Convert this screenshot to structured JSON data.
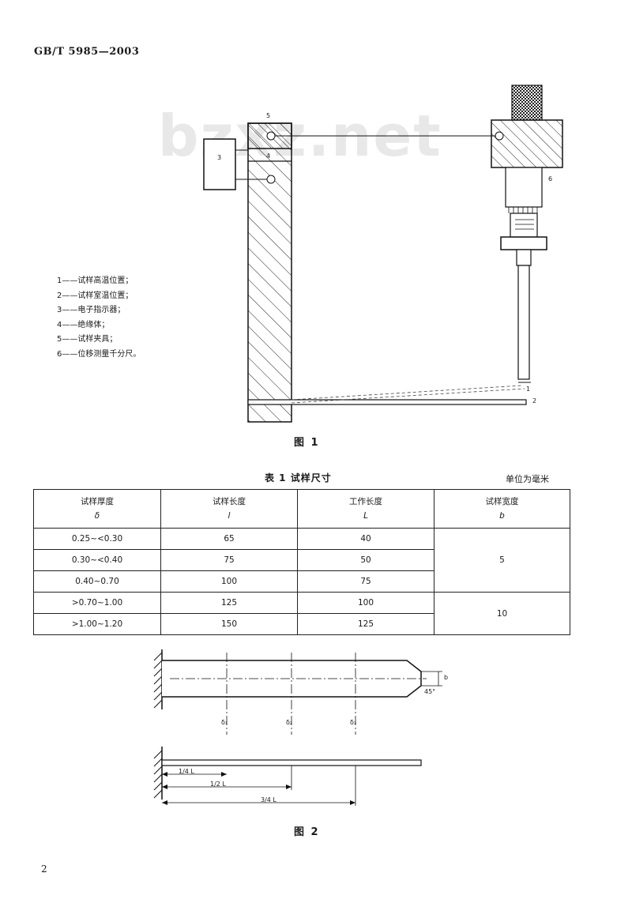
{
  "header": {
    "standard": "GB/T 5985—2003"
  },
  "watermark": "bzxz.net",
  "figure1": {
    "callouts": {
      "c1": "1",
      "c2": "2",
      "c3": "3",
      "c4": "4",
      "c5": "5",
      "c6": "6"
    },
    "legend": [
      "1——试样高温位置；",
      "2——试样室温位置；",
      "3——电子指示器；",
      "4——绝缘体；",
      "5——试样夹具；",
      "6——位移测量千分尺。"
    ],
    "caption": "图 1"
  },
  "table1": {
    "title": "表 1   试样尺寸",
    "unit": "单位为毫米",
    "headers": [
      {
        "name": "试样厚度",
        "symbol": "δ"
      },
      {
        "name": "试样长度",
        "symbol": "l"
      },
      {
        "name": "工作长度",
        "symbol": "L"
      },
      {
        "name": "试样宽度",
        "symbol": "b"
      }
    ],
    "rows": [
      {
        "thickness": "0.25~<0.30",
        "length": "65",
        "work": "40"
      },
      {
        "thickness": "0.30~<0.40",
        "length": "75",
        "work": "50"
      },
      {
        "thickness": "0.40~0.70",
        "length": "100",
        "work": "75"
      },
      {
        "thickness": ">0.70~1.00",
        "length": "125",
        "work": "100"
      },
      {
        "thickness": ">1.00~1.20",
        "length": "150",
        "work": "125"
      }
    ],
    "widths": [
      "5",
      "10"
    ]
  },
  "figure2": {
    "labels": {
      "b": "b",
      "angle": "45°",
      "d1": "δ₁",
      "d2": "δ₂",
      "d3": "δ₃",
      "quarter": "1/4 L",
      "half": "1/2 L",
      "three_quarter": "3/4 L"
    },
    "caption": "图 2"
  },
  "footer": {
    "page": "2"
  }
}
